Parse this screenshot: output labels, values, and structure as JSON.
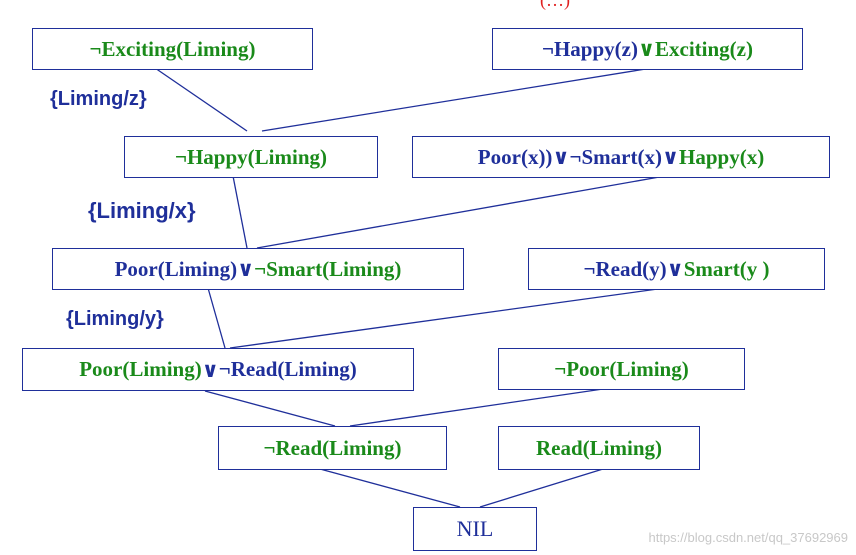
{
  "top_mark": "(…)",
  "nodes": {
    "n1": {
      "parts": [
        {
          "t": "¬Exciting(Liming)",
          "c": "g"
        }
      ]
    },
    "n2": {
      "parts": [
        {
          "t": "¬Happy(z)",
          "c": "b"
        },
        {
          "t": "∨",
          "c": "g"
        },
        {
          "t": "Exciting(z)",
          "c": "g"
        }
      ]
    },
    "n3": {
      "parts": [
        {
          "t": "¬Happy(Liming)",
          "c": "g"
        }
      ]
    },
    "n4": {
      "parts": [
        {
          "t": "Poor(x))",
          "c": "b"
        },
        {
          "t": "∨",
          "c": "b"
        },
        {
          "t": " ¬Smart(x)",
          "c": "b"
        },
        {
          "t": "∨",
          "c": "b"
        },
        {
          "t": "Happy(x)",
          "c": "g"
        }
      ]
    },
    "n5": {
      "parts": [
        {
          "t": "Poor(Liming)",
          "c": "b"
        },
        {
          "t": "∨",
          "c": "b"
        },
        {
          "t": " ¬Smart(Liming)",
          "c": "g"
        }
      ]
    },
    "n6": {
      "parts": [
        {
          "t": "¬Read(y)",
          "c": "b"
        },
        {
          "t": "∨",
          "c": "b"
        },
        {
          "t": "Smart(y )",
          "c": "g"
        }
      ]
    },
    "n7": {
      "parts": [
        {
          "t": "Poor(Liming)",
          "c": "g"
        },
        {
          "t": "∨",
          "c": "b"
        },
        {
          "t": " ¬Read(Liming)",
          "c": "b"
        }
      ]
    },
    "n8": {
      "parts": [
        {
          "t": "¬Poor(Liming)",
          "c": "g"
        }
      ]
    },
    "n9": {
      "parts": [
        {
          "t": "¬Read(Liming)",
          "c": "g"
        }
      ]
    },
    "n10": {
      "parts": [
        {
          "t": "Read(Liming)",
          "c": "g"
        }
      ]
    },
    "nil": {
      "label": "NIL"
    }
  },
  "substitutions": {
    "s1": "{Liming/z}",
    "s2": "{Liming/x}",
    "s3": "{Liming/y}"
  },
  "watermark": "https://blog.csdn.net/qq_37692969"
}
